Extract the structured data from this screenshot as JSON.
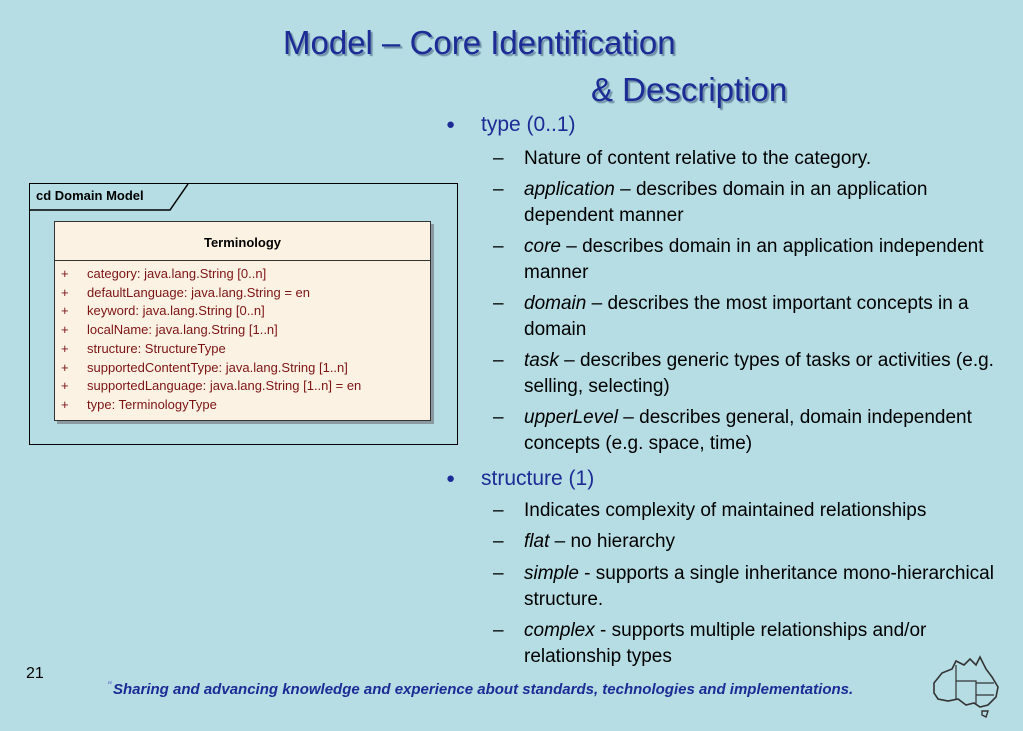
{
  "slide": {
    "title_line1": "Model – Core Identification",
    "title_line2": "& Description",
    "slide_number": "21",
    "footer_quote_mark": "“",
    "footer": "Sharing and advancing knowledge and experience about standards, technologies and implementations."
  },
  "diagram": {
    "frame_label": "cd Domain Model",
    "class_name": "Terminology",
    "attributes": [
      {
        "vis": "+",
        "text": "category:  java.lang.String [0..n]"
      },
      {
        "vis": "+",
        "text": "defaultLanguage:  java.lang.String = en"
      },
      {
        "vis": "+",
        "text": "keyword:  java.lang.String [0..n]"
      },
      {
        "vis": "+",
        "text": "localName:  java.lang.String [1..n]"
      },
      {
        "vis": "+",
        "text": "structure:  StructureType"
      },
      {
        "vis": "+",
        "text": "supportedContentType:  java.lang.String [1..n]"
      },
      {
        "vis": "+",
        "text": "supportedLanguage:  java.lang.String [1..n] = en"
      },
      {
        "vis": "+",
        "text": "type:  TerminologyType"
      }
    ]
  },
  "bullets": {
    "type": {
      "bullet": "●",
      "label": "type (0..1)",
      "items": [
        {
          "dash": "–",
          "term": "",
          "rest": "Nature of content relative to the category."
        },
        {
          "dash": "–",
          "term": "application",
          "rest": " – describes domain in an application dependent manner"
        },
        {
          "dash": "–",
          "term": "core",
          "rest": " – describes domain in an application independent manner"
        },
        {
          "dash": "–",
          "term": "domain",
          "rest": " – describes the most important concepts in a domain"
        },
        {
          "dash": "–",
          "term": "task",
          "rest": " – describes generic types of tasks or activities (e.g. selling, selecting)"
        },
        {
          "dash": "–",
          "term": "upperLevel",
          "rest": " – describes general, domain independent concepts (e.g. space, time)"
        }
      ]
    },
    "structure": {
      "bullet": "●",
      "label": "structure (1)",
      "items": [
        {
          "dash": "–",
          "term": "",
          "rest": "Indicates complexity of maintained relationships"
        },
        {
          "dash": "–",
          "term": "flat",
          "rest": " – no hierarchy"
        },
        {
          "dash": "–",
          "term": "simple",
          "rest": " - supports a single inheritance mono-hierarchical structure."
        },
        {
          "dash": "–",
          "term": "complex",
          "rest": " - supports multiple relationships and/or relationship types"
        }
      ]
    }
  },
  "colors": {
    "background": "#b5dde3",
    "title": "#1c2b95",
    "attribute_text": "#7d1414",
    "class_fill": "#fcf2e4"
  },
  "icons": {
    "logo": "australia-map-icon"
  }
}
